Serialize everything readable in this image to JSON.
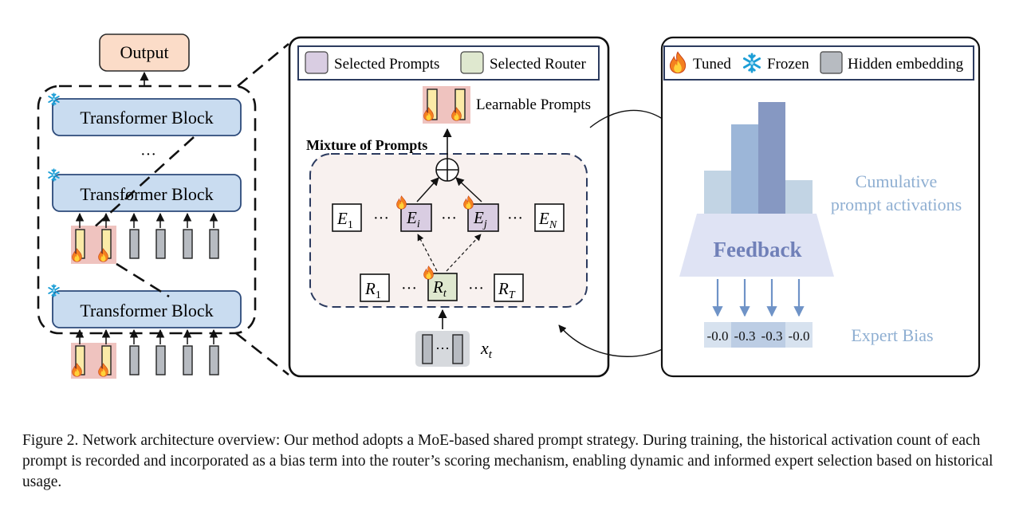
{
  "left": {
    "output_label": "Output",
    "block_label": "Transformer Block",
    "ellipsis": "···"
  },
  "middle": {
    "legend_prompts": "Selected Prompts",
    "legend_router": "Selected Router",
    "learnable_prompts": "Learnable Prompts",
    "mixture_title": "Mixture of Prompts",
    "dots": "···",
    "input_var": "x",
    "input_sub": "t",
    "experts": [
      {
        "base": "E",
        "sub": "1"
      },
      {
        "base": "E",
        "sub": "i"
      },
      {
        "base": "E",
        "sub": "j"
      },
      {
        "base": "E",
        "sub": "N"
      }
    ],
    "routers": [
      {
        "base": "R",
        "sub": "1"
      },
      {
        "base": "R",
        "sub": "t"
      },
      {
        "base": "R",
        "sub": "T"
      }
    ]
  },
  "right": {
    "legend_tuned": "Tuned",
    "legend_frozen": "Frozen",
    "legend_hidden": "Hidden embedding",
    "cumulative_line1": "Cumulative",
    "cumulative_line2": "prompt activations",
    "feedback": "Feedback",
    "expert_bias_label": "Expert Bias",
    "activations": [
      0.27,
      0.56,
      0.7,
      0.21
    ],
    "bias_values": [
      "-0.0",
      "-0.3",
      "-0.3",
      "-0.0"
    ]
  },
  "colors": {
    "block_fill": "#c9dcf0",
    "prompt_fill": "#d9cde2",
    "router_fill": "#dfe8cf",
    "prompt_highlight": "#efc3bf",
    "token_gray": "#b7bbc1",
    "token_yellow": "#fbeaa7",
    "bars": [
      "#c2d4e4",
      "#9cb6d8",
      "#8698c2",
      "#c2d4e4"
    ],
    "feedback_fill": "#dfe3f4",
    "feedback_text": "#7080b8",
    "light_blue_text": "#8fafd2"
  },
  "caption": "Figure 2. Network architecture overview: Our method adopts a MoE-based shared prompt strategy. During training, the historical activation count of each prompt is recorded and incorporated as a bias term into the router’s scoring mechanism, enabling dynamic and informed expert selection based on historical usage."
}
